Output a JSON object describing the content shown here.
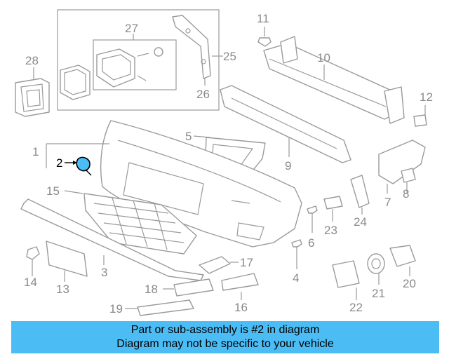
{
  "diagram": {
    "callouts": [
      {
        "id": "c1",
        "text": "1"
      },
      {
        "id": "c2",
        "text": "2"
      },
      {
        "id": "c3",
        "text": "3"
      },
      {
        "id": "c4",
        "text": "4"
      },
      {
        "id": "c5",
        "text": "5"
      },
      {
        "id": "c6",
        "text": "6"
      },
      {
        "id": "c7",
        "text": "7"
      },
      {
        "id": "c8",
        "text": "8"
      },
      {
        "id": "c9",
        "text": "9"
      },
      {
        "id": "c10",
        "text": "10"
      },
      {
        "id": "c11",
        "text": "11"
      },
      {
        "id": "c12",
        "text": "12"
      },
      {
        "id": "c13",
        "text": "13"
      },
      {
        "id": "c14",
        "text": "14"
      },
      {
        "id": "c15",
        "text": "15"
      },
      {
        "id": "c16",
        "text": "16"
      },
      {
        "id": "c17",
        "text": "17"
      },
      {
        "id": "c18",
        "text": "18"
      },
      {
        "id": "c19",
        "text": "19"
      },
      {
        "id": "c20",
        "text": "20"
      },
      {
        "id": "c21",
        "text": "21"
      },
      {
        "id": "c22",
        "text": "22"
      },
      {
        "id": "c23",
        "text": "23"
      },
      {
        "id": "c24",
        "text": "24"
      },
      {
        "id": "c25",
        "text": "25"
      },
      {
        "id": "c26",
        "text": "26"
      },
      {
        "id": "c27",
        "text": "27"
      },
      {
        "id": "c28",
        "text": "28"
      }
    ],
    "highlighted_part": "2",
    "highlight_color": "#4cbcf5",
    "line_color": "#9a9a9a"
  },
  "banner": {
    "line1": "Part or sub-assembly is #2 in diagram",
    "line2": "Diagram may not be specific to your vehicle",
    "background": "#4cbcf5"
  }
}
